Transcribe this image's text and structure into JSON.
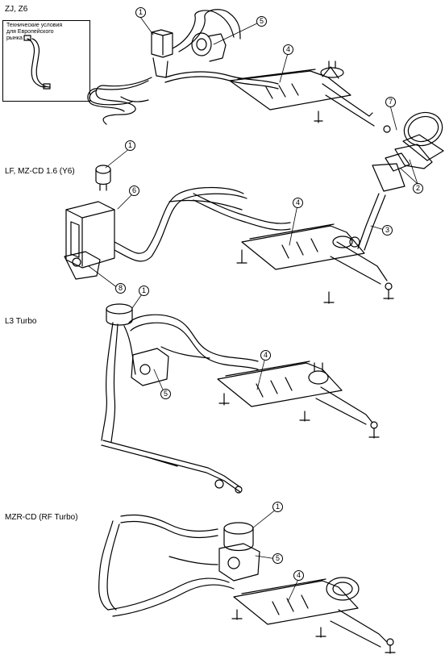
{
  "variants": [
    {
      "id": "zj-z6",
      "label": "ZJ, Z6"
    },
    {
      "id": "lf-mzcd",
      "label": "LF, MZ-CD 1.6 (Y6)"
    },
    {
      "id": "l3-turbo",
      "label": "L3 Turbo"
    },
    {
      "id": "mzr-cd",
      "label": "MZR-CD  (RF Turbo)"
    }
  ],
  "inset": {
    "lines": [
      "Технические условия",
      "для Европейского",
      "рынка"
    ]
  },
  "callouts": [
    "1",
    "5",
    "4",
    "7",
    "2",
    "3",
    "1",
    "6",
    "4",
    "8",
    "1",
    "4",
    "5",
    "1",
    "5",
    "4"
  ]
}
